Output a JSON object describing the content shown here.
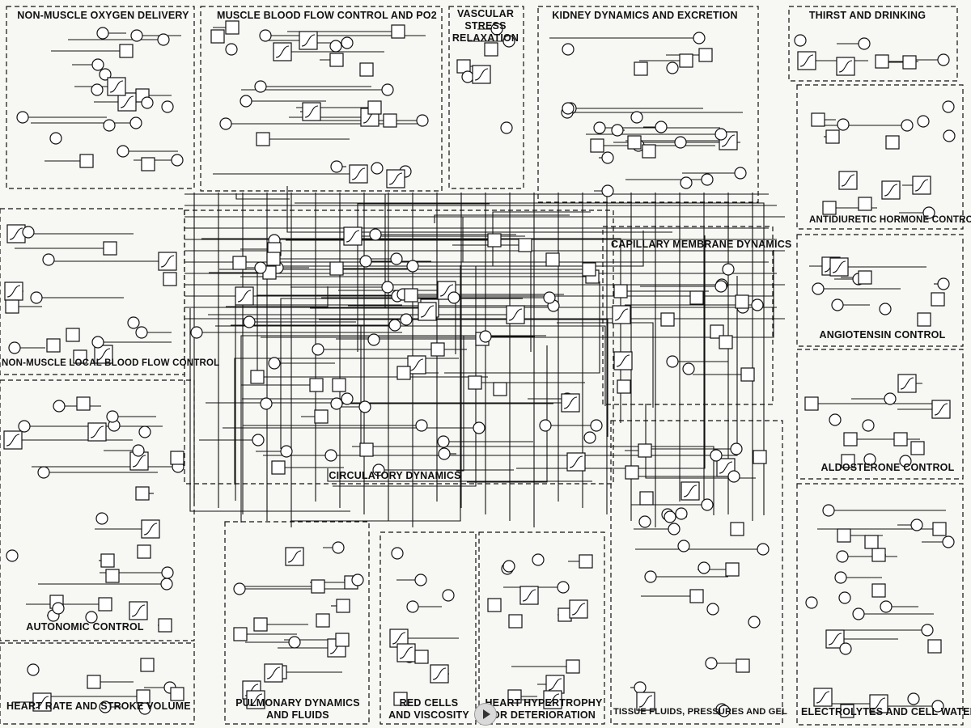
{
  "diagram": {
    "sections": {
      "oxygen": "NON-MUSCLE  OXYGEN DELIVERY",
      "muscle": "MUSCLE BLOOD FLOW CONTROL AND PO2",
      "vascular": "VASCULAR\nSTRESS\nRELAXATION",
      "kidney": "KIDNEY DYNAMICS  AND  EXCRETION",
      "thirst": "THIRST  AND  DRINKING",
      "adh": "ANTIDIURETIC  HORMONE  CONTROL",
      "angio": "ANGIOTENSIN  CONTROL",
      "aldo": "ALDOSTERONE  CONTROL",
      "electro": "ELECTROLYTES  AND  CELL WATER",
      "local": "NON-MUSCLE  LOCAL  BLOOD  FLOW  CONTROL",
      "autonomic": "AUTONOMIC   CONTROL",
      "heartrate": "HEART  RATE  AND  STROKE  VOLUME",
      "circ": "CIRCULATORY  DYNAMICS",
      "capillary": "CAPILLARY  MEMBRANE  DYNAMICS",
      "pulmonary": "PULMONARY  DYNAMICS\nAND  FLUIDS",
      "redcells": "RED  CELLS\nAND  VISCOSITY",
      "heart": "HEART  HYPERTROPHY\nOR  DETERIORATION",
      "tissue": "TISSUE  FLUIDS,  PRESSURES  AND  GEL"
    }
  }
}
